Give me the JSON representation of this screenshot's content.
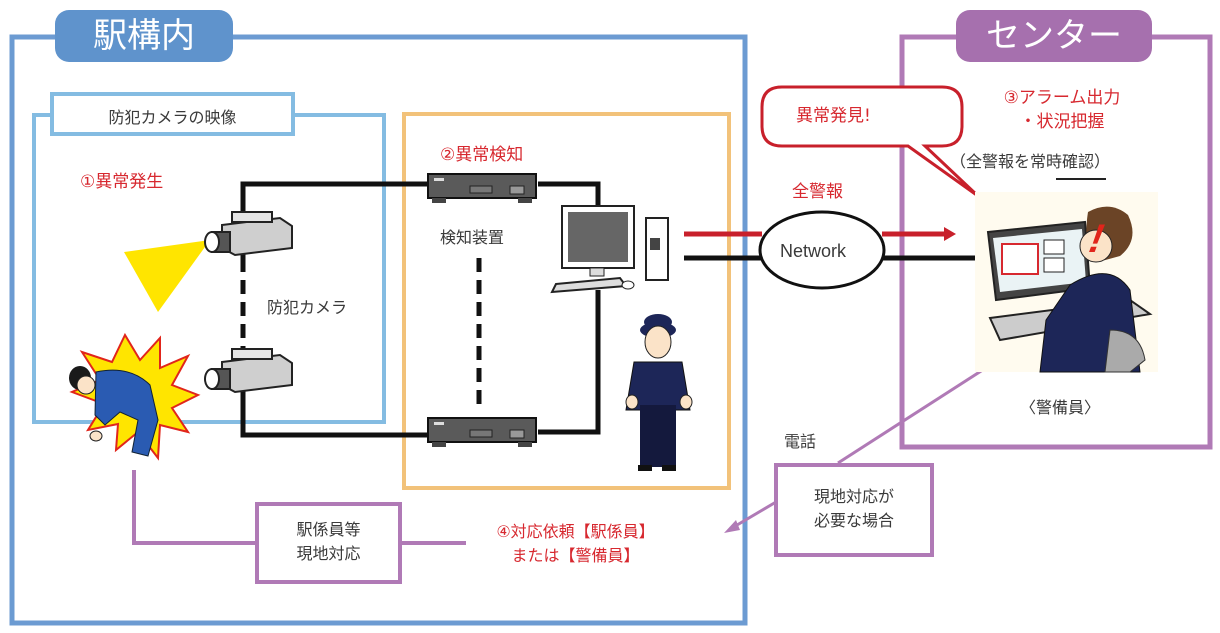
{
  "colors": {
    "station_blue": "#6c9bd2",
    "camera_lightblue": "#84bce2",
    "detector_orange": "#f2c27a",
    "center_purple": "#b07ab6",
    "alert_red": "#d7282f",
    "line_black": "#111111"
  },
  "station": {
    "title": "駅構内",
    "camera_image_label": "防犯カメラの映像",
    "step1": "①異常発生",
    "camera_label": "防犯カメラ",
    "step2": "②異常検知",
    "detector_label": "検知装置",
    "staff_box": [
      "駅係員等",
      "現地対応"
    ],
    "step4_line1": "④対応依頼【駅係員】",
    "step4_line2": "または【警備員】"
  },
  "network": {
    "alert_label": "全警報",
    "network_label": "Network",
    "phone_label": "電話"
  },
  "center": {
    "title": "センター",
    "speech_bubble": "異常発見!",
    "step3_line1": "③アラーム出力",
    "step3_line2": "・状況把握",
    "monitor_note": "（全警報を常時確認）",
    "guard_label": "〈警備員〉",
    "onsite_box": [
      "現地対応が",
      "必要な場合"
    ]
  },
  "icons": {
    "exclaim": "!"
  }
}
